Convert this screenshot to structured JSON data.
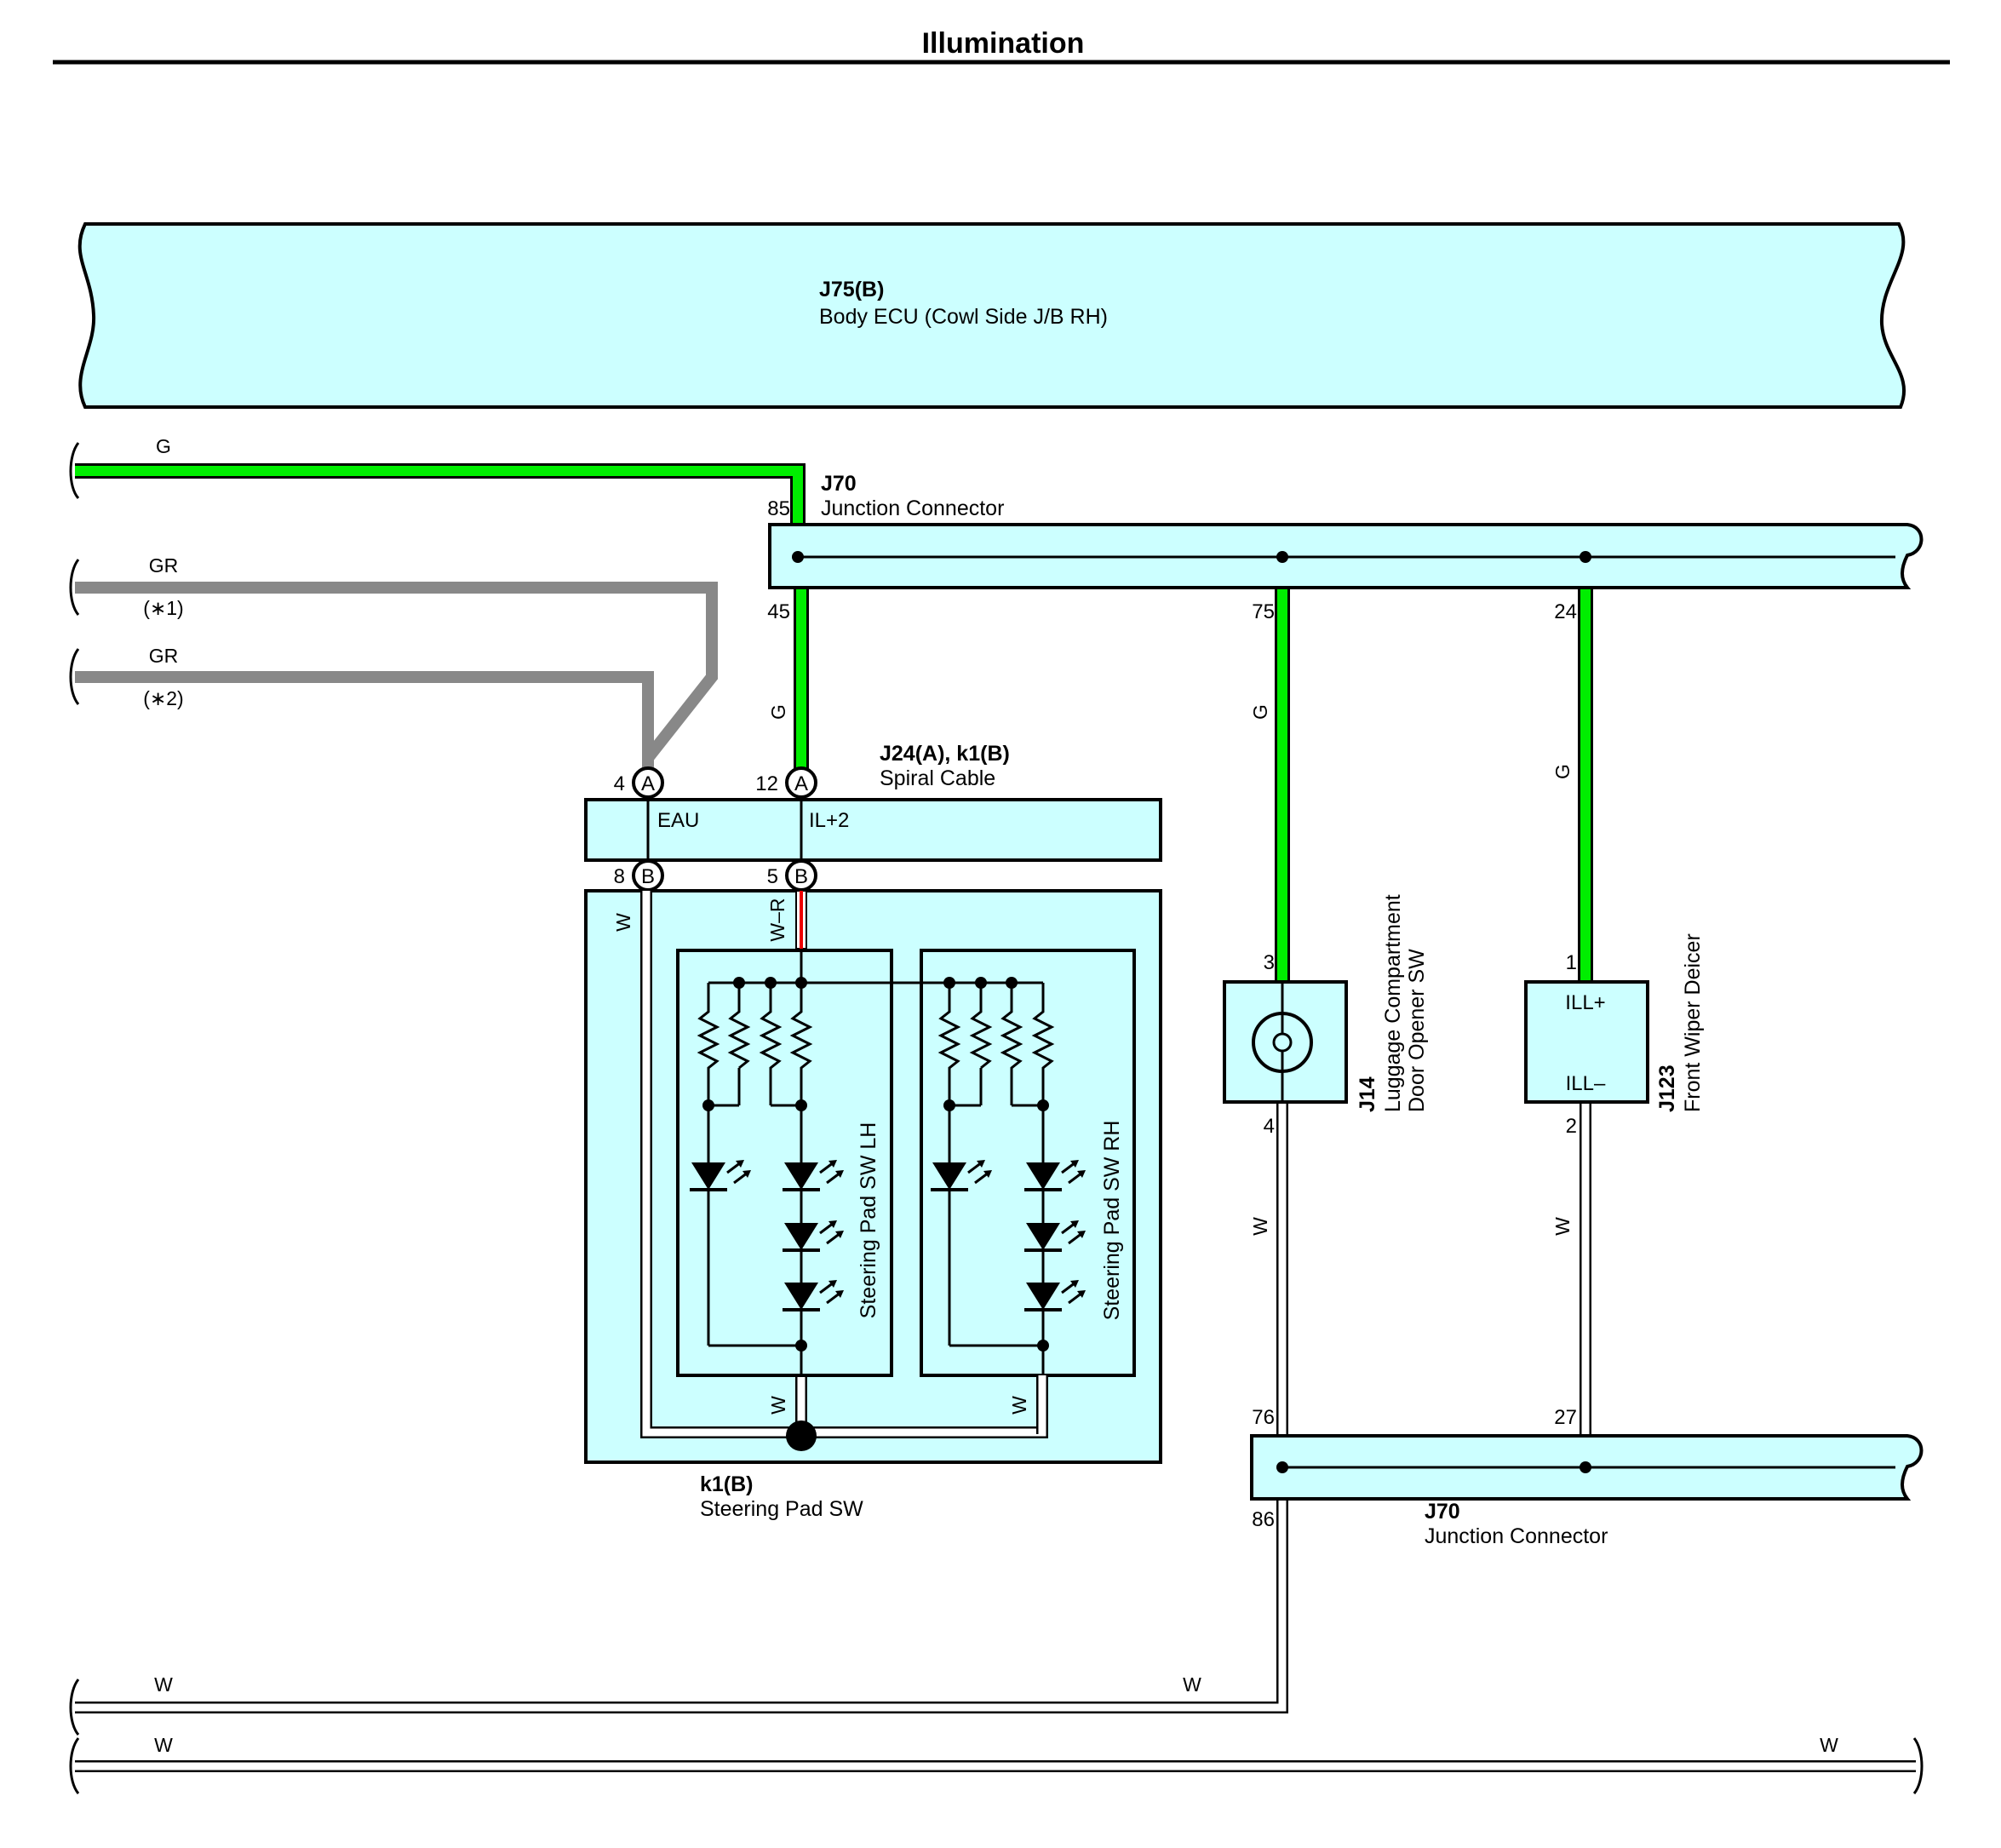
{
  "page": {
    "title": "Illumination"
  },
  "colors": {
    "component_fill": "#ccffff",
    "wire_green": "#00ee00",
    "wire_gray": "#888888",
    "wire_white": "#ffffff",
    "wire_red_stripe": "#ee0000",
    "outline": "#000000"
  },
  "body_ecu": {
    "code": "J75(B)",
    "name": "Body ECU (Cowl Side J/B RH)"
  },
  "junction_top": {
    "code": "J70",
    "name": "Junction Connector",
    "pins": [
      "85",
      "45",
      "75",
      "24"
    ]
  },
  "junction_bottom": {
    "code": "J70",
    "name": "Junction Connector",
    "pins": [
      "76",
      "27",
      "86"
    ]
  },
  "spiral_cable": {
    "code": "J24(A), k1(B)",
    "name": "Spiral Cable",
    "terminals": [
      "EAU",
      "IL+2"
    ],
    "pins": [
      {
        "num": "4",
        "conn": "A"
      },
      {
        "num": "12",
        "conn": "A"
      },
      {
        "num": "8",
        "conn": "B"
      },
      {
        "num": "5",
        "conn": "B"
      }
    ]
  },
  "steering_pad": {
    "code": "k1(B)",
    "name": "Steering Pad SW",
    "sub_lh": "Steering Pad SW LH",
    "sub_rh": "Steering Pad SW RH"
  },
  "luggage_sw": {
    "code": "J14",
    "name_line1": "Luggage Compartment",
    "name_line2": "Door Opener SW",
    "pins": [
      "3",
      "4"
    ]
  },
  "wiper_deicer": {
    "code": "J123",
    "name": "Front Wiper Deicer",
    "terminals": [
      "ILL+",
      "ILL–"
    ],
    "pins": [
      "1",
      "2"
    ]
  },
  "wires": {
    "g_top": "G",
    "gr1": "GR",
    "gr1_note": "(∗1)",
    "gr2": "GR",
    "gr2_note": "(∗2)",
    "g_45": "G",
    "g_75": "G",
    "g_24": "G",
    "w_left": "W",
    "wr": "W–R",
    "w_lh_bottom": "W",
    "w_rh_bottom": "W",
    "w_luggage": "W",
    "w_deicer": "W",
    "w_bottom1_left": "W",
    "w_bottom1_right": "W",
    "w_bottom2_left": "W",
    "w_bottom2_right": "W"
  },
  "icons": [
    "switch-illumination-icon",
    "led-icon",
    "resistor-icon",
    "ground-splice-icon"
  ]
}
